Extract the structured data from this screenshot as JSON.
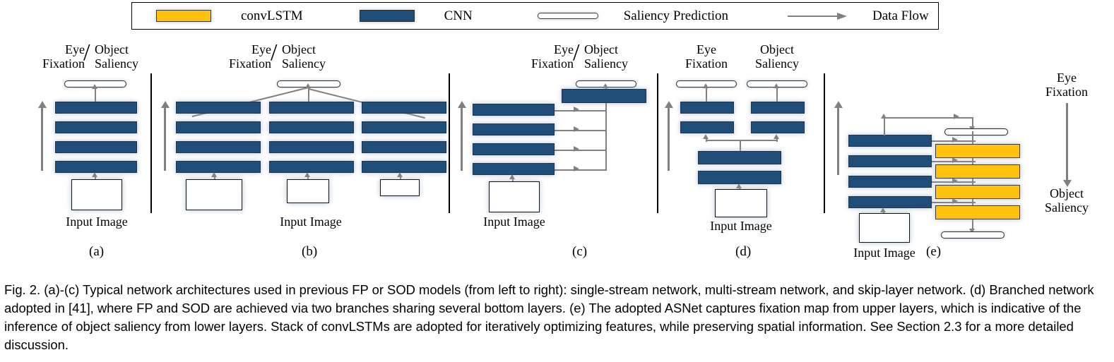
{
  "legend": {
    "items": [
      {
        "icon": "convlstm-swatch",
        "label": "convLSTM"
      },
      {
        "icon": "cnn-swatch",
        "label": "CNN"
      },
      {
        "icon": "saliency-prediction-swatch",
        "label": "Saliency Prediction"
      },
      {
        "icon": "data-flow-arrow-icon",
        "label": "Data Flow"
      }
    ],
    "colors": {
      "convlstm": "#FFC20E",
      "cnn": "#1F4E79",
      "prediction": "#FFFFFF",
      "flow": "#808080"
    }
  },
  "panels": [
    {
      "letter": "(a)",
      "name": "single-stream-network",
      "input_label": "Input Image",
      "output_label_top": "Eye",
      "output_label_top2": "Fixation",
      "output_label_right": "Object",
      "output_label_right2": "Saliency",
      "cnn_layers": 4,
      "streams": 1
    },
    {
      "letter": "(b)",
      "name": "multi-stream-network",
      "input_label": "Input Image",
      "output_label_top": "Eye",
      "output_label_top2": "Fixation",
      "output_label_right": "Object",
      "output_label_right2": "Saliency",
      "cnn_layers": 4,
      "streams": 3
    },
    {
      "letter": "(c)",
      "name": "skip-layer-network",
      "input_label": "Input Image",
      "output_label_top": "Eye",
      "output_label_top2": "Fixation",
      "output_label_right": "Object",
      "output_label_right2": "Saliency",
      "cnn_layers": 4,
      "skip_connections": 4
    },
    {
      "letter": "(d)",
      "name": "branched-network",
      "input_label": "Input Image",
      "branch_left_label": "Eye",
      "branch_left_label2": "Fixation",
      "branch_right_label": "Object",
      "branch_right_label2": "Saliency",
      "shared_layers": 2,
      "branch_layers": 2
    },
    {
      "letter": "(e)",
      "name": "asnet",
      "input_label": "Input Image",
      "top_output_label": "Eye",
      "top_output_label2": "Fixation",
      "bottom_output_label": "Object",
      "bottom_output_label2": "Saliency",
      "cnn_layers": 4,
      "convlstm_layers": 4
    }
  ],
  "caption": {
    "text": "Fig. 2. (a)-(c) Typical network architectures used in previous FP or SOD models (from left to right): single-stream network, multi-stream network, and skip-layer network. (d) Branched network adopted in [41], where FP and SOD are achieved via two branches sharing several bottom layers. (e) The adopted ASNet captures fixation map from upper layers, which is indicative of the inference of object saliency from lower layers. Stack of convLSTMs are adopted for iteratively optimizing features, while preserving spatial information. See Section 2.3 for a more detailed discussion."
  }
}
